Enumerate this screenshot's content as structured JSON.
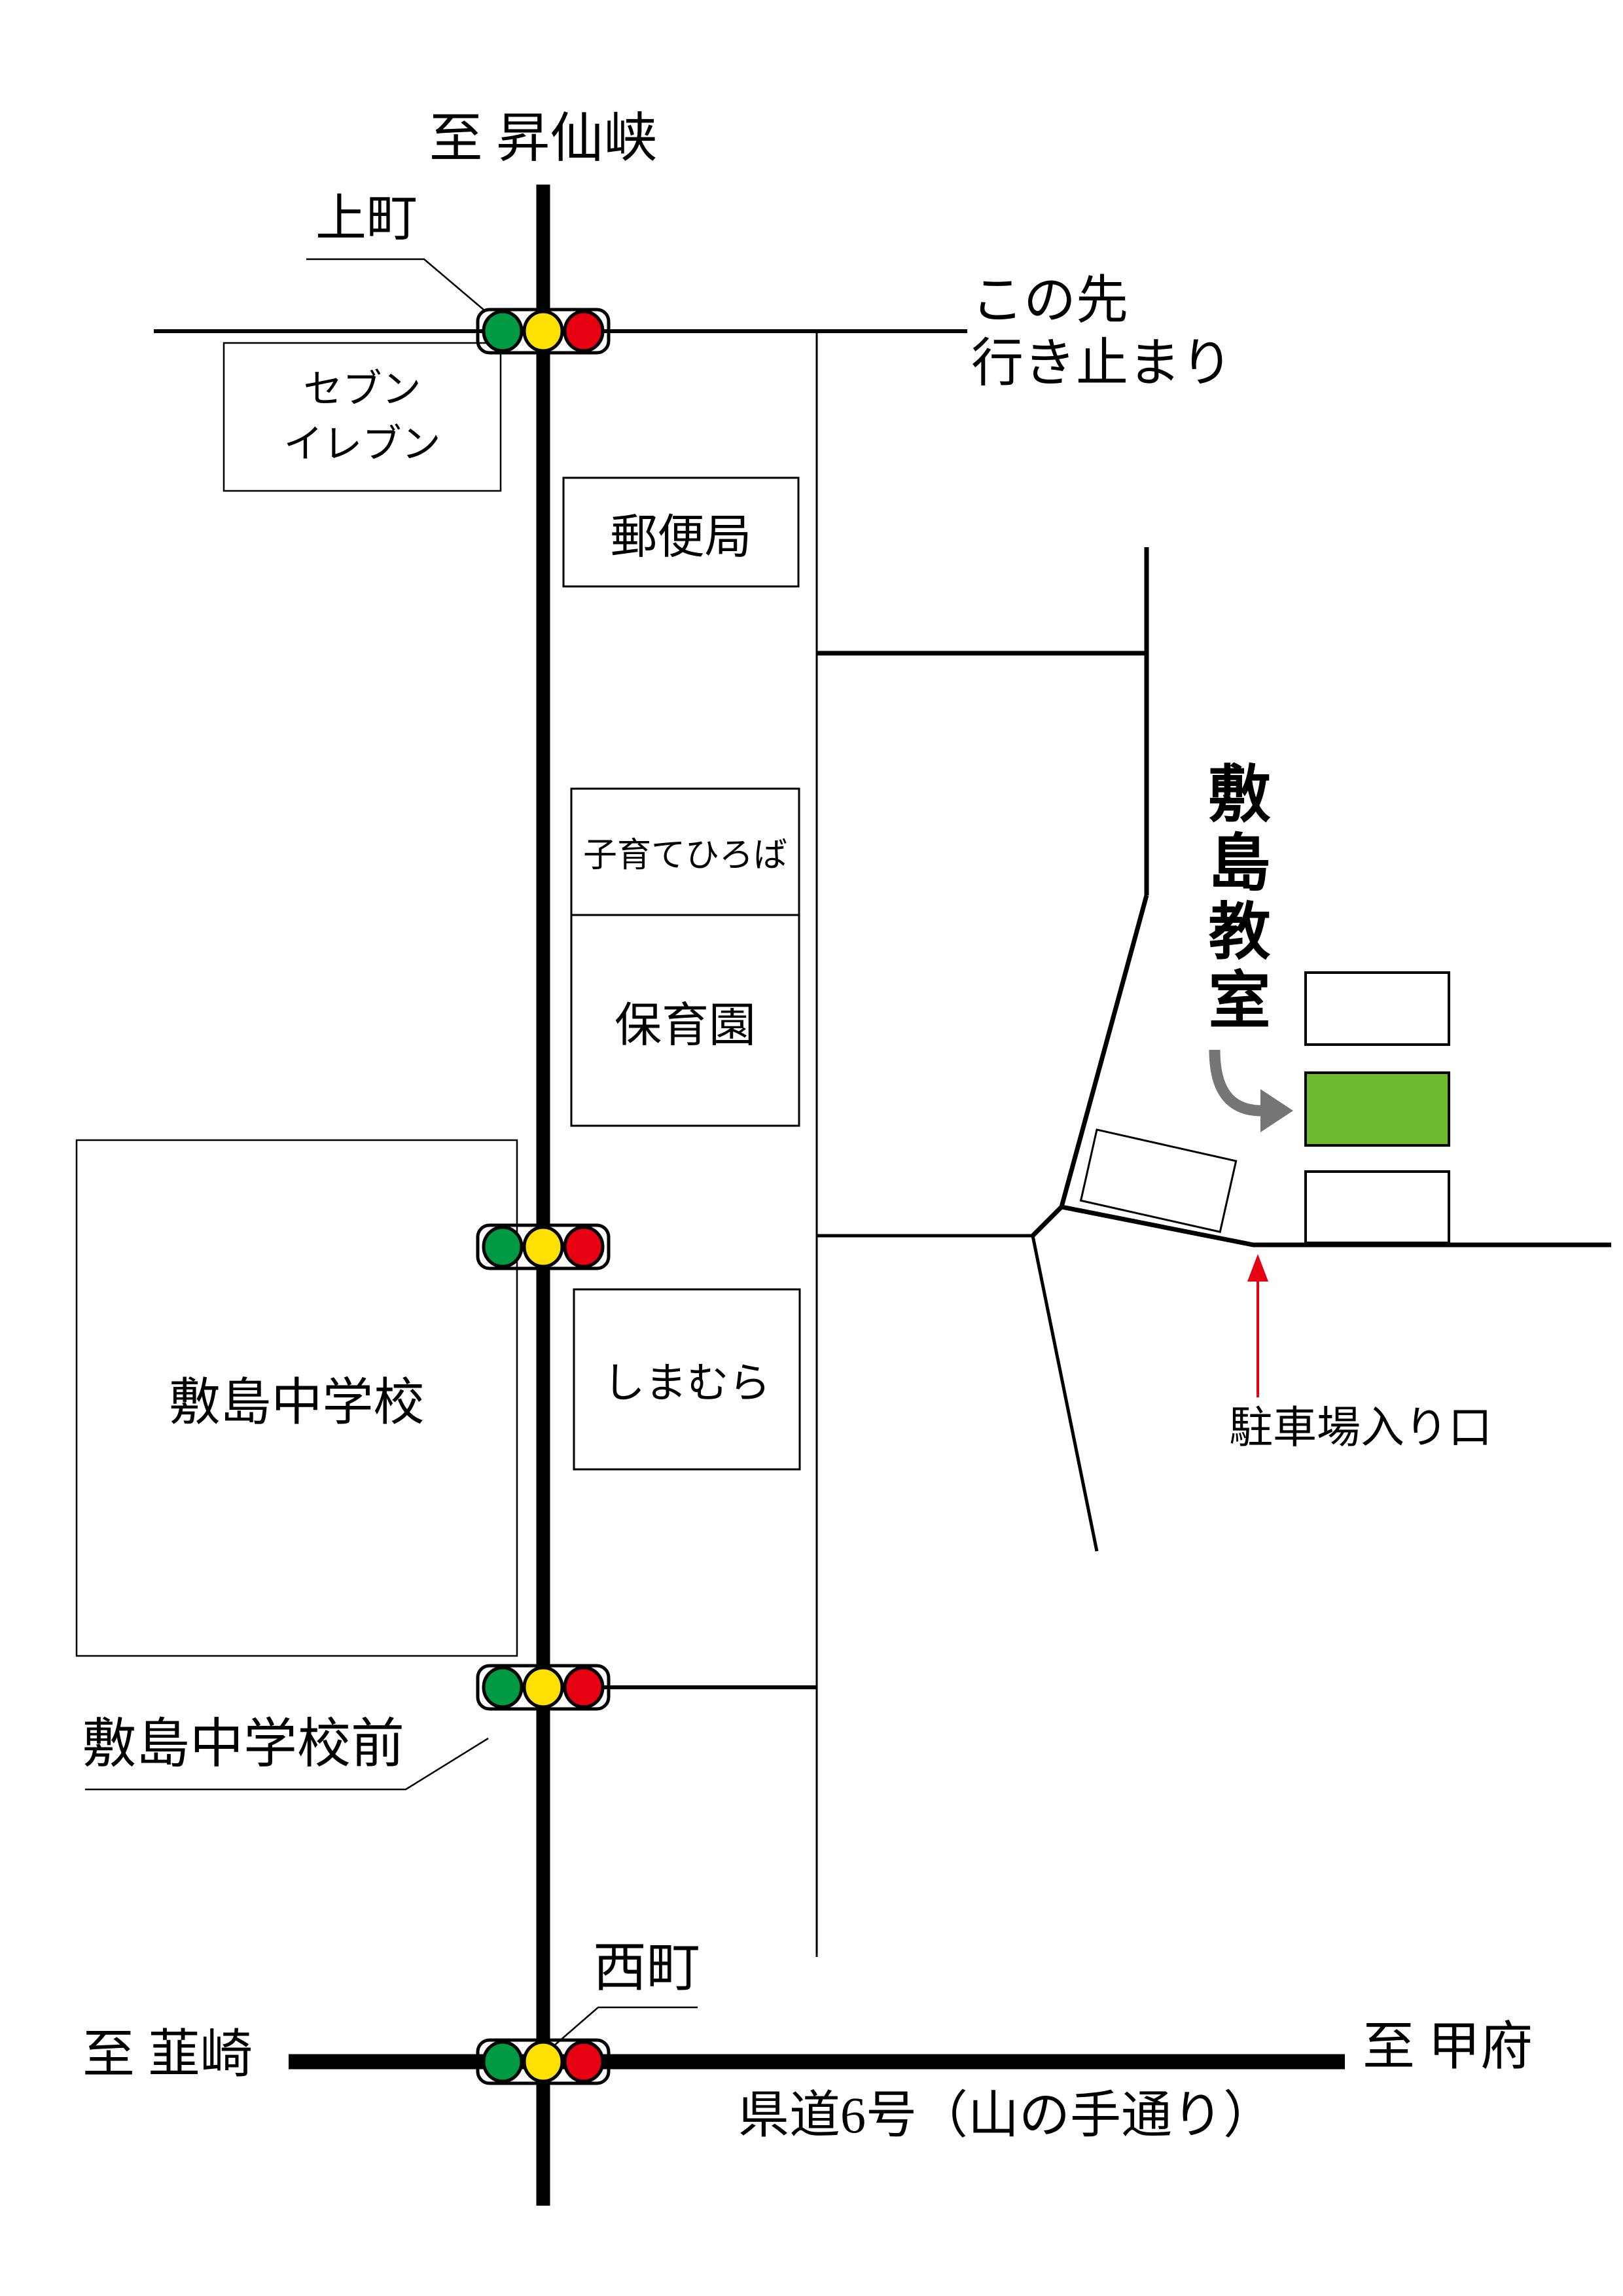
{
  "colors": {
    "signal_green": "#009944",
    "signal_yellow": "#ffe100",
    "signal_red": "#e60012",
    "highlight_green": "#6fb92c",
    "arrow_gray": "#757575",
    "arrow_red": "#e60012",
    "road_black": "#000000"
  },
  "map": {
    "destinations": {
      "north": "至 昇仙峡",
      "west": "至 韮崎",
      "east": "至 甲府"
    },
    "intersections": {
      "kamimachi": "上町",
      "nishimachi": "西町",
      "school_front": "敷島中学校前"
    },
    "buildings": {
      "seven_eleven_line1": "セブン",
      "seven_eleven_line2": "イレブン",
      "post_office": "郵便局",
      "kosodate_hiroba": "子育てひろば",
      "hoikuen": "保育園",
      "shimamura": "しまむら",
      "junior_high": "敷島中学校"
    },
    "classroom": "敷島教室",
    "notes": {
      "dead_end_line1": "この先",
      "dead_end_line2": "行き止まり",
      "parking_entrance": "駐車場入り口",
      "route6": "県道6号（山の手通り）"
    }
  }
}
